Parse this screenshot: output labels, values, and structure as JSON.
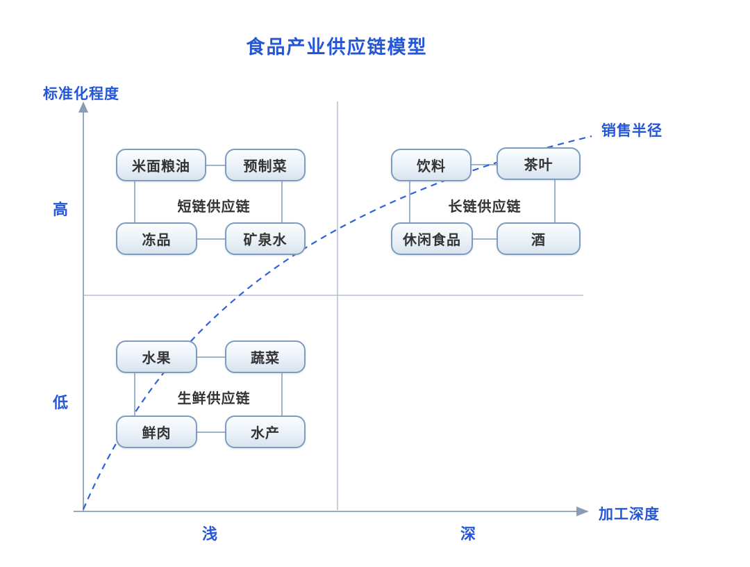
{
  "title": "食品产业供应链模型",
  "axes": {
    "y_axis_label": "标准化程度",
    "x_axis_label": "加工深度",
    "curve_label": "销售半径",
    "y_tick_high": "高",
    "y_tick_low": "低",
    "x_tick_shallow": "浅",
    "x_tick_deep": "深"
  },
  "groups": [
    {
      "label": "短链供应链",
      "quadrant": "top-left",
      "nodes": [
        "米面粮油",
        "预制菜",
        "冻品",
        "矿泉水"
      ]
    },
    {
      "label": "长链供应链",
      "quadrant": "top-right",
      "nodes": [
        "饮料",
        "茶叶",
        "休闲食品",
        "酒"
      ]
    },
    {
      "label": "生鲜供应链",
      "quadrant": "bottom-left",
      "nodes": [
        "水果",
        "蔬菜",
        "鲜肉",
        "水产"
      ]
    }
  ],
  "colors": {
    "accent_blue": "#2456d8",
    "dashed_curve_blue": "#2b62d9",
    "box_border": "#7d9cc0",
    "box_fill_top": "#fbfdff",
    "box_fill_bottom": "#d9e4f0",
    "connector_line": "#9db3cd",
    "axis_line": "#8b9cb5",
    "node_text": "#333333"
  }
}
